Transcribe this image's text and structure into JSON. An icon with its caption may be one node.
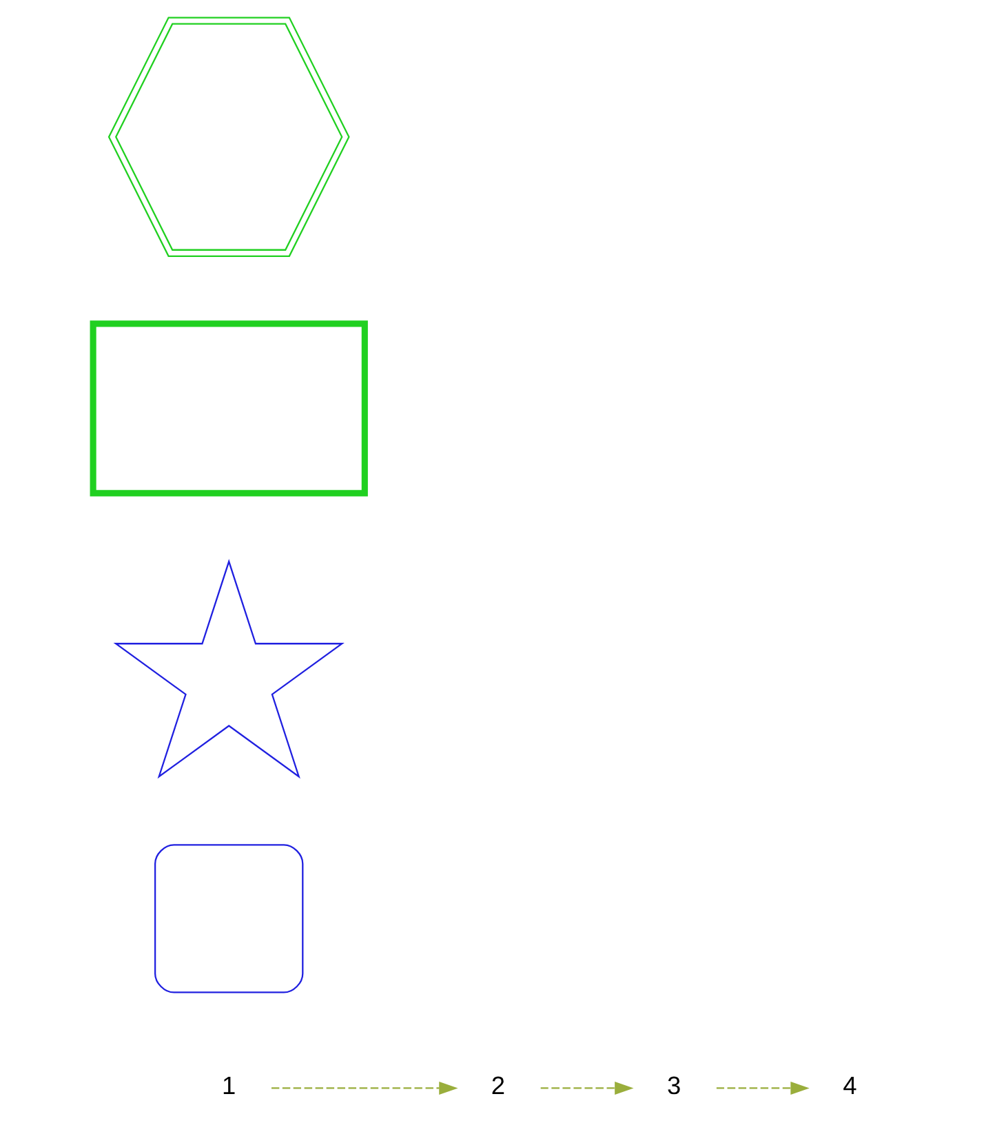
{
  "diagram": {
    "nodes": [
      {
        "text": [
          "1"
        ]
      },
      {
        "text": [
          "2"
        ]
      },
      {
        "text": [
          "3"
        ]
      },
      {
        "text": [
          "4"
        ]
      },
      {
        "text": [],
        "shape": "cross"
      },
      {
        "text": [],
        "shape": "star"
      },
      {
        "text": [],
        "shape": "box"
      },
      {
        "text": [],
        "shape": "hexagon"
      }
    ],
    "edges": [
      {
        "from": 0,
        "to": 1,
        "arrow": "to",
        "style": "dashed"
      },
      {
        "from": 1,
        "to": 2,
        "arrow": "to",
        "style": "dashed"
      },
      {
        "from": 2,
        "to": 3,
        "arrow": "to",
        "style": "dashed"
      }
    ]
  }
}
